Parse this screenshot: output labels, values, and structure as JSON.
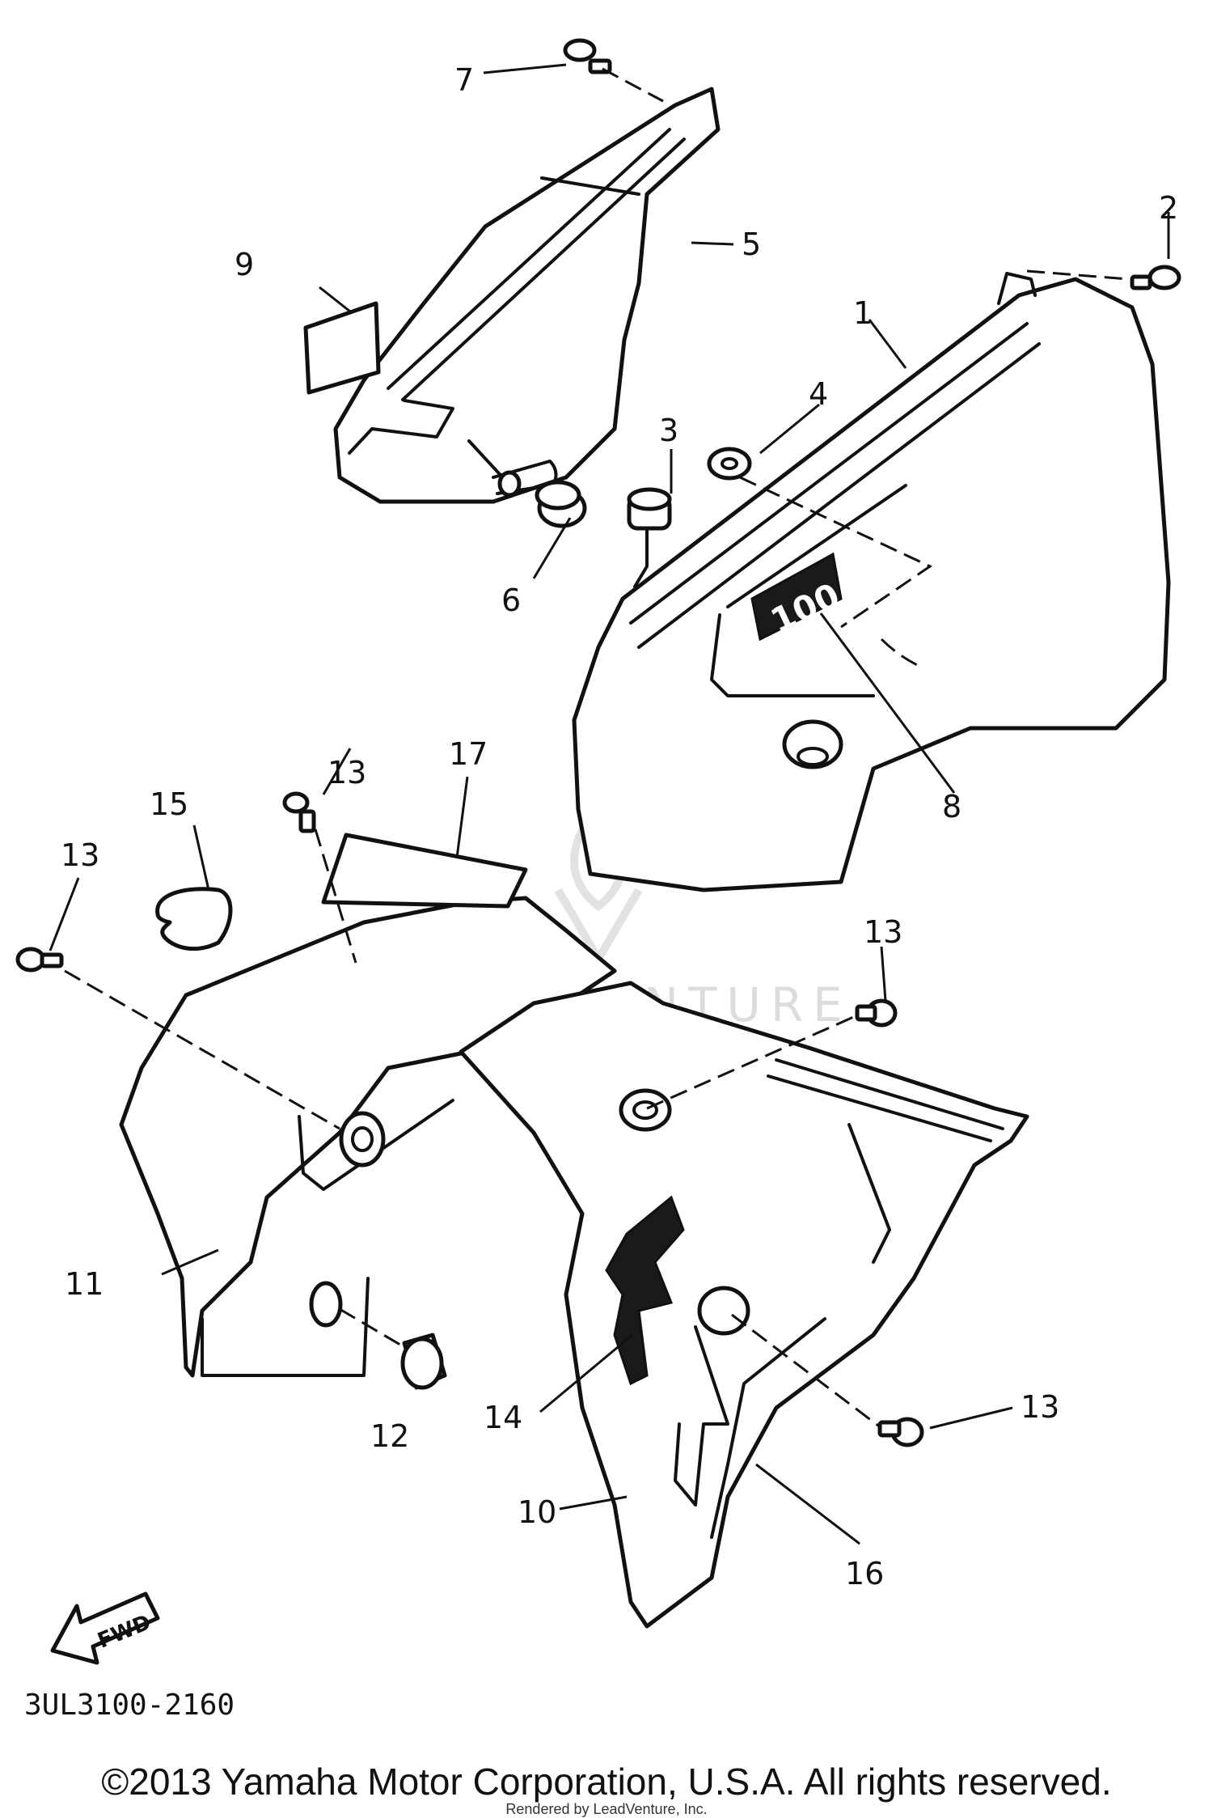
{
  "diagram": {
    "callouts": [
      {
        "id": "c1",
        "label": "1"
      },
      {
        "id": "c2",
        "label": "2"
      },
      {
        "id": "c3",
        "label": "3"
      },
      {
        "id": "c4",
        "label": "4"
      },
      {
        "id": "c5",
        "label": "5"
      },
      {
        "id": "c6",
        "label": "6"
      },
      {
        "id": "c7",
        "label": "7"
      },
      {
        "id": "c8",
        "label": "8"
      },
      {
        "id": "c9",
        "label": "9"
      },
      {
        "id": "c10",
        "label": "10"
      },
      {
        "id": "c11",
        "label": "11"
      },
      {
        "id": "c12",
        "label": "12"
      },
      {
        "id": "c13a",
        "label": "13"
      },
      {
        "id": "c13b",
        "label": "13"
      },
      {
        "id": "c13c",
        "label": "13"
      },
      {
        "id": "c13d",
        "label": "13"
      },
      {
        "id": "c14",
        "label": "14"
      },
      {
        "id": "c15",
        "label": "15"
      },
      {
        "id": "c16",
        "label": "16"
      },
      {
        "id": "c17",
        "label": "17"
      }
    ],
    "emblem_text": "100",
    "fwd_arrow_label": "FWD",
    "watermark_text": "LEADVENTURE",
    "diagram_code": "3UL3100-2160"
  },
  "footer": {
    "copyright": "©2013 Yamaha Motor Corporation, U.S.A. All rights reserved.",
    "rendered_by": "Rendered by LeadVenture, Inc."
  }
}
